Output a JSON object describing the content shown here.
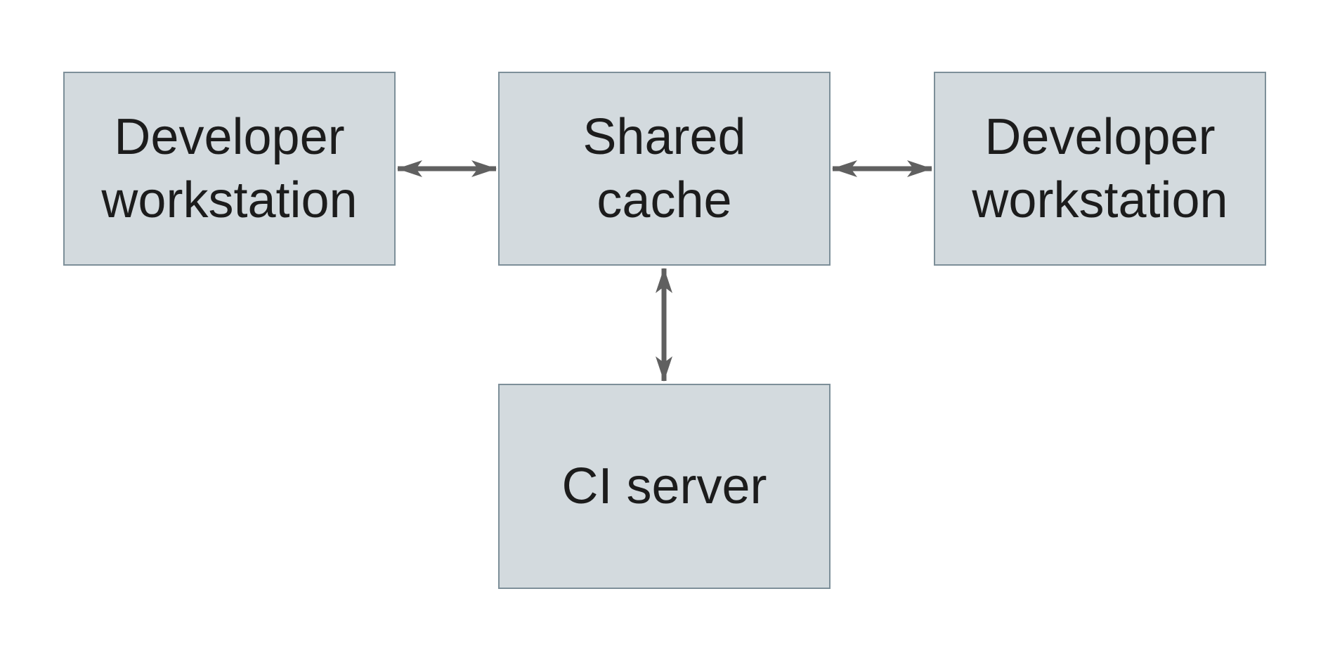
{
  "diagram": {
    "type": "architecture-diagram",
    "background": "#ffffff",
    "nodes": [
      {
        "id": "developer-workstation-left",
        "label": "Developer\nworkstation"
      },
      {
        "id": "shared-cache",
        "label": "Shared\ncache"
      },
      {
        "id": "developer-workstation-right",
        "label": "Developer\nworkstation"
      },
      {
        "id": "ci-server",
        "label": "CI server"
      }
    ],
    "edges": [
      {
        "from": "developer-workstation-left",
        "to": "shared-cache",
        "direction": "bidirectional",
        "orientation": "horizontal"
      },
      {
        "from": "shared-cache",
        "to": "developer-workstation-right",
        "direction": "bidirectional",
        "orientation": "horizontal"
      },
      {
        "from": "shared-cache",
        "to": "ci-server",
        "direction": "bidirectional",
        "orientation": "vertical"
      }
    ],
    "colors": {
      "node_fill": "#d3dade",
      "node_border": "#7d8f99",
      "arrow": "#606060",
      "text": "#1c1c1c",
      "background": "#ffffff"
    }
  }
}
